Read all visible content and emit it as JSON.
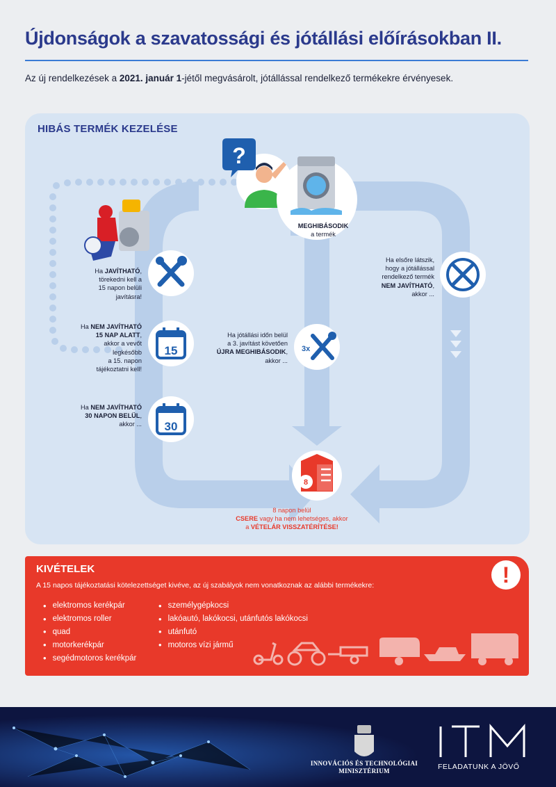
{
  "title": "Újdonságok a szavatossági és jótállási előírásokban II.",
  "intro": {
    "pre": "Az új rendelkezések a ",
    "date": "2021. január 1",
    "post": "-jétől megvásárolt, jótállással rendelkező termékekre érvényesek."
  },
  "panel": {
    "title": "HIBÁS TERMÉK KEZELÉSE",
    "meghibasodik": "MEGHIBÁSODIK",
    "meghibasodik_sub": "a termék",
    "javithato": {
      "pre": "Ha ",
      "bold": "JAVÍTHATÓ",
      "post1": ",",
      "l2": "törekedni kell a",
      "l3": "15 napon belüli",
      "l4": "javításra!"
    },
    "nem15": {
      "pre": "Ha ",
      "bold1": "NEM JAVÍTHATÓ",
      "bold2": "15 NAP ALATT",
      "post2": ",",
      "l3": "akkor a vevőt",
      "l4": "legkésőbb",
      "l5": "a 15. napon",
      "l6": "tájékoztatni kell!"
    },
    "nem30": {
      "pre": "Ha ",
      "bold1": "NEM JAVÍTHATÓ",
      "bold2": "30 NAPON BELÜL",
      "post2": ",",
      "l3": "akkor ..."
    },
    "harom": {
      "l1": "Ha jótállási időn belül",
      "l2": "a 3. javítást követően",
      "bold": "ÚJRA MEGHIBÁSODIK",
      "post": ",",
      "l4": "akkor ..."
    },
    "elsore": {
      "l1": "Ha elsőre látszik,",
      "l2": "hogy a jótállással",
      "l3": "rendelkező termék",
      "bold": "NEM JAVÍTHATÓ",
      "post": ",",
      "l5": "akkor ..."
    },
    "calendar15": "15",
    "calendar30": "30",
    "times3": "3x",
    "box8": "8",
    "result": {
      "l1": "8 napon belül",
      "bold1": "CSERE",
      "mid": " vagy ha nem lehetséges, akkor",
      "pre3": "a ",
      "bold2": "VÉTELÁR VISSZATÉRÍTÉSE!"
    },
    "question": "?"
  },
  "exceptions": {
    "title": "KIVÉTELEK",
    "subtitle": "A 15 napos tájékoztatási kötelezettséget kivéve, az új szabályok nem vonatkoznak az alábbi termékekre:",
    "col1": [
      "elektromos kerékpár",
      "elektromos roller",
      "quad",
      "motorkerékpár",
      "segédmotoros kerékpár"
    ],
    "col2": [
      "személygépkocsi",
      "lakóautó, lakókocsi, utánfutós lakókocsi",
      "utánfutó",
      "motoros vízi jármű"
    ],
    "alert": "!"
  },
  "footer": {
    "ministry_l1": "INNOVÁCIÓS ÉS TECHNOLÓGIAI",
    "ministry_l2": "MINISZTÉRIUM",
    "itm_logo": "ITM",
    "itm_tagline": "FELADATUNK A JÖVŐ"
  },
  "colors": {
    "brand_blue": "#2b3a8c",
    "icon_blue": "#1f5fae",
    "accent_red": "#e8392a",
    "panel": "#d7e4f3",
    "footer": "#0d1540"
  }
}
